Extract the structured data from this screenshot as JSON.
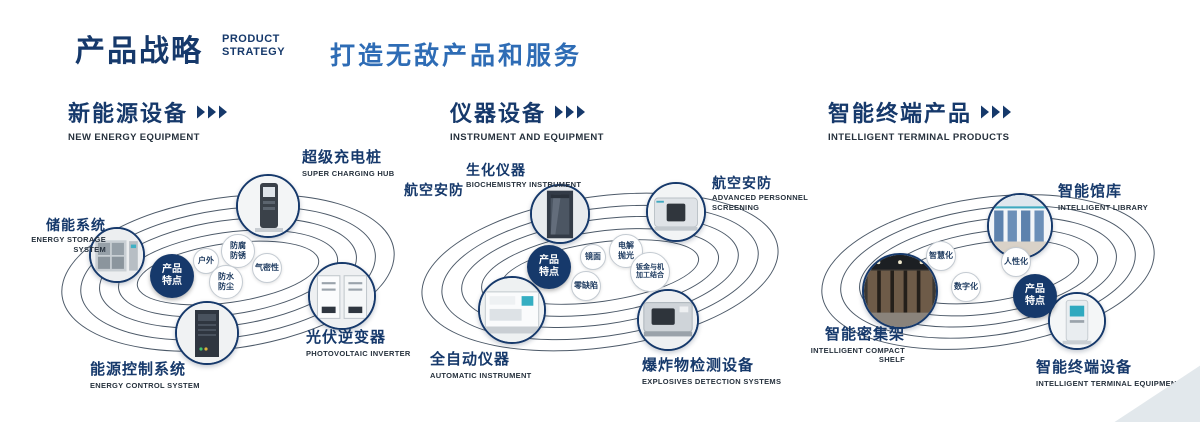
{
  "header": {
    "title_zh": "产品战略",
    "title_en_line1": "PRODUCT",
    "title_en_line2": "STRATEGY",
    "tagline": "打造无敌产品和服务"
  },
  "colors": {
    "navy": "#16396b",
    "blue": "#2e6cb5"
  },
  "sections": [
    {
      "title_zh": "新能源设备",
      "title_en": "NEW ENERGY EQUIPMENT",
      "center_label": "产品特点",
      "features": [
        "户外",
        "防腐防锈",
        "气密性",
        "防水防尘"
      ],
      "products": [
        {
          "zh": "储能系统",
          "en": "ENERGY STORAGE SYSTEM"
        },
        {
          "zh": "超级充电桩",
          "en": "SUPER CHARGING HUB"
        },
        {
          "zh": "光伏逆变器",
          "en": "PHOTOVOLTAIC INVERTER"
        },
        {
          "zh": "能源控制系统",
          "en": "ENERGY CONTROL SYSTEM"
        }
      ]
    },
    {
      "title_zh": "仪器设备",
      "title_en": "INSTRUMENT AND EQUIPMENT",
      "center_label": "产品特点",
      "extra_label": "航空安防",
      "features": [
        "镜面",
        "电解抛光",
        "零缺陷",
        "钣金与机加工结合"
      ],
      "products": [
        {
          "zh": "生化仪器",
          "en": "BIOCHEMISTRY INSTRUMENT"
        },
        {
          "zh": "航空安防",
          "en": "ADVANCED PERSONNEL SCREENING"
        },
        {
          "zh": "全自动仪器",
          "en": "AUTOMATIC INSTRUMENT"
        },
        {
          "zh": "爆炸物检测设备",
          "en": "EXPLOSIVES DETECTION SYSTEMS"
        }
      ]
    },
    {
      "title_zh": "智能终端产品",
      "title_en": "INTELLIGENT TERMINAL PRODUCTS",
      "center_label": "产品特点",
      "features": [
        "智慧化",
        "人性化",
        "数字化"
      ],
      "products": [
        {
          "zh": "智能馆库",
          "en": "INTELLIGENT LIBRARY"
        },
        {
          "zh": "智能密集架",
          "en": "INTELLIGENT COMPACT SHELF"
        },
        {
          "zh": "智能终端设备",
          "en": "INTELLIGENT TERMINAL EQUIPMENT"
        }
      ]
    }
  ]
}
